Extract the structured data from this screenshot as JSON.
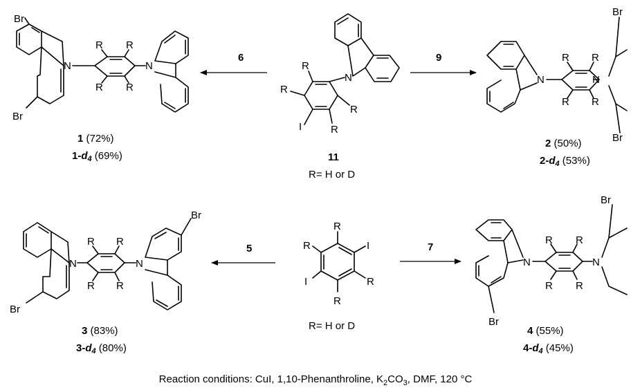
{
  "atoms": {
    "R": "R",
    "N": "N",
    "Br": "Br",
    "I": "I"
  },
  "reagents": {
    "r11": "R= H or D",
    "bottom": "R= H or D"
  },
  "arrows": {
    "to1": "6",
    "to2": "9",
    "to3": "5",
    "to4": "7"
  },
  "compounds": {
    "c1": {
      "num": "1",
      "yield": " (72%)",
      "d_num": "1-",
      "d": "d",
      "d_sub": "4",
      "d_yield": " (69%)"
    },
    "c2": {
      "num": "2",
      "yield": " (50%)",
      "d_num": "2-",
      "d": "d",
      "d_sub": "4",
      "d_yield": " (53%)"
    },
    "c3": {
      "num": "3",
      "yield": " (83%)",
      "d_num": "3-",
      "d": "d",
      "d_sub": "4",
      "d_yield": " (80%)"
    },
    "c4": {
      "num": "4",
      "yield": " (55%)",
      "d_num": "4-",
      "d": "d",
      "d_sub": "4",
      "d_yield": " (45%)"
    },
    "c11": {
      "num": "11"
    }
  },
  "conditions": {
    "prefix": "Reaction conditions: CuI, 1,10-Phenanthroline, K",
    "sub1": "2",
    "mid": "CO",
    "sub2": "3",
    "suffix": ", DMF, 120 °C"
  }
}
